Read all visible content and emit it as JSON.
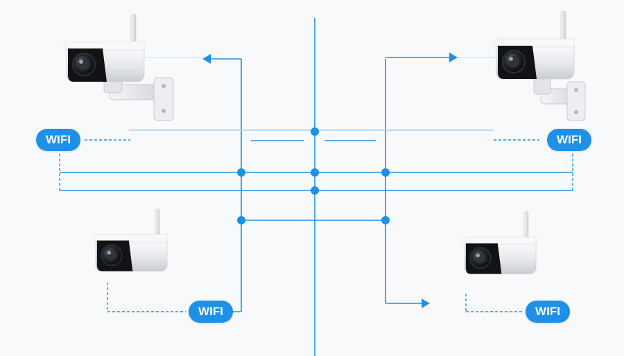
{
  "colors": {
    "background": "#f8f9fb",
    "line": "#1e90e8",
    "node": "#1e90e8",
    "badge": "#1e90e8",
    "badge_text": "#ffffff",
    "camera_body": "#e9ebee",
    "camera_face": "#111111"
  },
  "badges": [
    {
      "id": "top-left",
      "label": "WIFI"
    },
    {
      "id": "top-right",
      "label": "WIFI"
    },
    {
      "id": "bottom-left",
      "label": "WIFI"
    },
    {
      "id": "bottom-right",
      "label": "WIFI"
    }
  ],
  "cameras": [
    {
      "id": "top-left",
      "icon": "security-camera-icon",
      "mount": "wall-bracket"
    },
    {
      "id": "top-right",
      "icon": "security-camera-icon",
      "mount": "wall-bracket"
    },
    {
      "id": "bottom-left",
      "icon": "security-camera-icon",
      "mount": "none"
    },
    {
      "id": "bottom-right",
      "icon": "security-camera-icon",
      "mount": "none"
    }
  ]
}
